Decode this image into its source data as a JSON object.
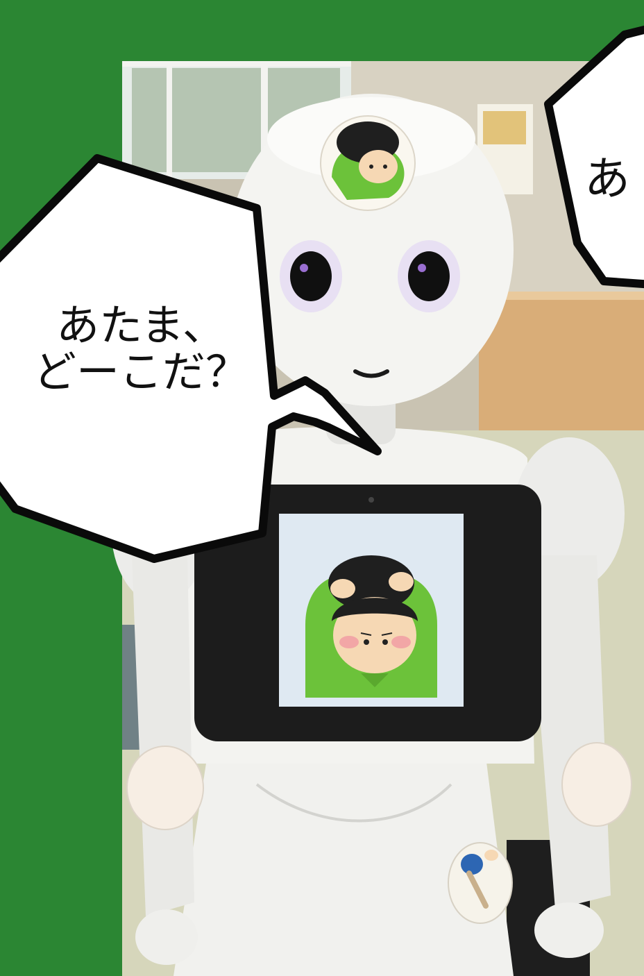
{
  "colors": {
    "background_green": "#2c8a34",
    "robot_white": "#f1f1ee",
    "tablet_black": "#1c1c1c",
    "screen_bg": "#dfe9f2",
    "character_shirt": "#6cc23a",
    "character_hair": "#1f1f1f"
  },
  "speech_bubble_left": {
    "line1": "あたま、",
    "line2": "どーこだ？"
  },
  "speech_bubble_right": {
    "visible_text": "あ"
  },
  "icons": [
    "head-sticker-icon",
    "tablet-character-icon",
    "leg-sticker-icon"
  ]
}
